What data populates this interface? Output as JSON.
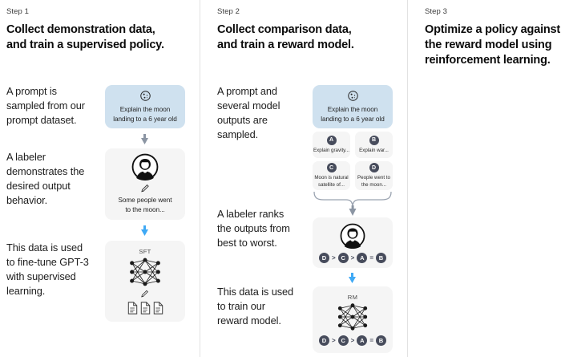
{
  "diagram": {
    "title": "InstructGPT three-step training process",
    "accent_blue": "#cfe1ef",
    "card_gray": "#f5f5f5",
    "badge_color": "#474c5c",
    "arrow_color": "#7b8794"
  },
  "columns": [
    {
      "step_label": "Step 1",
      "title": "Collect demonstration data,\nand train a supervised policy.",
      "descriptions": [
        "A prompt is\nsampled from our\nprompt dataset.",
        "A labeler\ndemonstrates the\ndesired output\nbehavior.",
        "This data is used\nto fine-tune GPT-3\nwith supervised\nlearning."
      ],
      "cards": [
        {
          "name": "prompt-card",
          "style": "blue",
          "icon": "moon-icon",
          "text": "Explain the moon\nlanding to a 6 year old"
        },
        {
          "name": "labeler-demo-card",
          "style": "gray",
          "icon": "person-avatar-icon",
          "sub_icon": "pencil-icon",
          "text": "Some people went\nto the moon..."
        },
        {
          "name": "sft-training-card",
          "style": "gray",
          "title": "SFT",
          "icon": "neural-network-icon",
          "sub_icon": "pencil-icon",
          "footer_icon": "documents-icon"
        }
      ]
    },
    {
      "step_label": "Step 2",
      "title": "Collect comparison data,\nand train a reward model.",
      "descriptions": [
        "A prompt and\nseveral model\noutputs are\nsampled.",
        "A labeler ranks\nthe outputs from\nbest to worst.",
        "This data is used\nto train our\nreward model."
      ],
      "cards": [
        {
          "name": "prompt-card",
          "style": "blue",
          "icon": "moon-icon",
          "text": "Explain the moon\nlanding to a 6 year old"
        },
        {
          "name": "labeler-rank-card",
          "style": "gray",
          "icon": "person-avatar-icon",
          "ranking": [
            "D",
            ">",
            "C",
            ">",
            "A",
            "=",
            "B"
          ]
        },
        {
          "name": "rm-training-card",
          "style": "gray",
          "title": "RM",
          "icon": "neural-network-icon",
          "ranking": [
            "D",
            ">",
            "C",
            ">",
            "A",
            "=",
            "B"
          ]
        }
      ],
      "outputs": [
        {
          "letter": "A",
          "text": "Explain gravity..."
        },
        {
          "letter": "B",
          "text": "Explain war..."
        },
        {
          "letter": "C",
          "text": "Moon is natural\nsatellite of..."
        },
        {
          "letter": "D",
          "text": "People went to\nthe moon..."
        }
      ]
    },
    {
      "step_label": "Step 3",
      "title": "Optimize a policy against\nthe reward model using\nreinforcement learning.",
      "descriptions": [],
      "cards": []
    }
  ]
}
